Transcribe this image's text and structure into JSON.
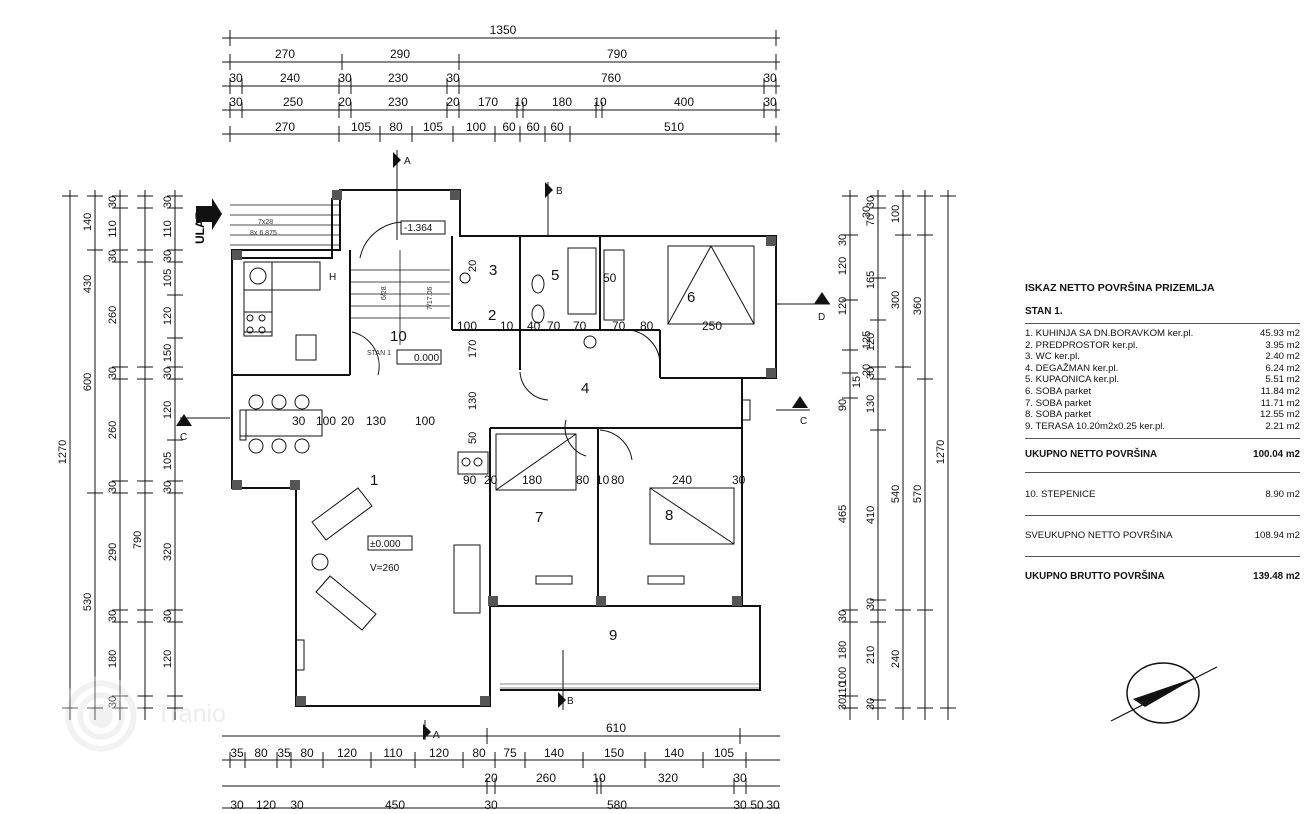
{
  "dims": {
    "top_total": "1350",
    "top_row1": [
      "270",
      "290",
      "790"
    ],
    "top_row2": [
      "30",
      "240",
      "30",
      "230",
      "30",
      "760",
      "30"
    ],
    "top_row3": [
      "30",
      "250",
      "20",
      "230",
      "20",
      "170",
      "10",
      "180",
      "10",
      "400",
      "30"
    ],
    "top_row4": [
      "270",
      "105",
      "80",
      "105",
      "100",
      "60",
      "60",
      "60",
      "510"
    ],
    "left_total": "1270",
    "left_outer": [
      "140",
      "430",
      "600",
      "530"
    ],
    "left_mid": [
      "30",
      "110",
      "30",
      "260",
      "30",
      "260",
      "30",
      "790"
    ],
    "left_inner": [
      "30",
      "110",
      "30",
      "105",
      "120",
      "150",
      "30",
      "120",
      "105",
      "30",
      "320",
      "30",
      "120"
    ],
    "left_bottom": [
      "290",
      "30",
      "180",
      "30"
    ],
    "right_total": "1270",
    "right_outer": [
      "360",
      "570"
    ],
    "right_mid": [
      "100",
      "300",
      "540",
      "240"
    ],
    "right_inner1": [
      "70",
      "30",
      "165",
      "120",
      "130",
      "30",
      "410",
      "30",
      "210",
      "30"
    ],
    "right_inner2": [
      "30",
      "120",
      "120",
      "125",
      "20",
      "90",
      "15",
      "465",
      "30",
      "180",
      "100"
    ],
    "right_inner3": [
      "30",
      "110",
      "30"
    ],
    "bottom_row1": "610",
    "bottom_row2": [
      "35",
      "80",
      "35",
      "80",
      "120",
      "110",
      "120",
      "80",
      "75",
      "140",
      "150",
      "140",
      "105"
    ],
    "bottom_row3": [
      "20",
      "260",
      "10",
      "320",
      "30"
    ],
    "bottom_row4": [
      "30",
      "120",
      "30",
      "450",
      "30",
      "580",
      "30",
      "50",
      "30"
    ]
  },
  "plan": {
    "entry_label": "ULAZ",
    "section_a": "A",
    "section_b": "B",
    "section_c": "C",
    "section_d": "D",
    "rooms": {
      "r1": "1",
      "r2": "2",
      "r3": "3",
      "r4": "4",
      "r5": "5",
      "r6": "6",
      "r7": "7",
      "r8": "8",
      "r9": "9",
      "r10": "10"
    },
    "kitchen_h": "H",
    "level_stair": "-1.364",
    "level_stan": "0.000",
    "stan_label": "STAN 1",
    "level_living": "±0.000",
    "height_living": "V=260",
    "stair_note1": "7x28",
    "stair_note2": "8x 6.875",
    "stair_note3": "6/28",
    "stair_note4": "7/17.06",
    "inner_dims": {
      "d100a": "100",
      "d170": "170",
      "d30a": "30",
      "d100b": "100",
      "d20": "20",
      "d130a": "130",
      "d100c": "100",
      "d130b": "130",
      "d50": "50",
      "d90": "90",
      "d20b": "20",
      "d180": "180",
      "d80a": "80",
      "d10": "10",
      "d80b": "80",
      "d240": "240",
      "d30b": "30",
      "d2_100": "100",
      "d2_10": "10",
      "d40": "40",
      "d70a": "70",
      "d70b": "70",
      "d70c": "70",
      "d80c": "80",
      "d250": "250",
      "d50b": "50",
      "d20c": "20"
    }
  },
  "legend": {
    "title": "ISKAZ NETTO POVRŠINA PRIZEMLJA",
    "subtitle": "STAN 1.",
    "rows": [
      {
        "label": "1.  KUHINJA SA DN.BORAVKOM  ker.pl.",
        "value": "45.93 m2"
      },
      {
        "label": "2.  PREDPROSTOR  ker.pl.",
        "value": "3.95 m2"
      },
      {
        "label": "3.  WC  ker.pl.",
        "value": "2.40 m2"
      },
      {
        "label": "4.  DEGAŽMAN  ker.pl.",
        "value": "6.24 m2"
      },
      {
        "label": "5.  KUPAONICA  ker.pl.",
        "value": "5.51 m2"
      },
      {
        "label": "6.  SOBA  parket",
        "value": "11.84 m2"
      },
      {
        "label": "7.  SOBA  parket",
        "value": "11.71 m2"
      },
      {
        "label": "8.  SOBA  parket",
        "value": "12.55 m2"
      },
      {
        "label": "9.  TERASA 10.20m2x0.25  ker.pl.",
        "value": "2.21 m2"
      }
    ],
    "total_net_label": "UKUPNO NETTO POVRŠINA",
    "total_net_value": "100.04 m2",
    "stairs_label": "10. STEPENICE",
    "stairs_value": "8.90 m2",
    "grand_net_label": "SVEUKUPNO NETTO POVRŠINA",
    "grand_net_value": "108.94 m2",
    "gross_label": "UKUPNO BRUTTO POVRŠINA",
    "gross_value": "139.48 m2"
  },
  "watermark": {
    "brand": "Tranio"
  },
  "colors": {
    "line": "#111111",
    "paper": "#ffffff",
    "watermark": "#c9c9c9"
  }
}
